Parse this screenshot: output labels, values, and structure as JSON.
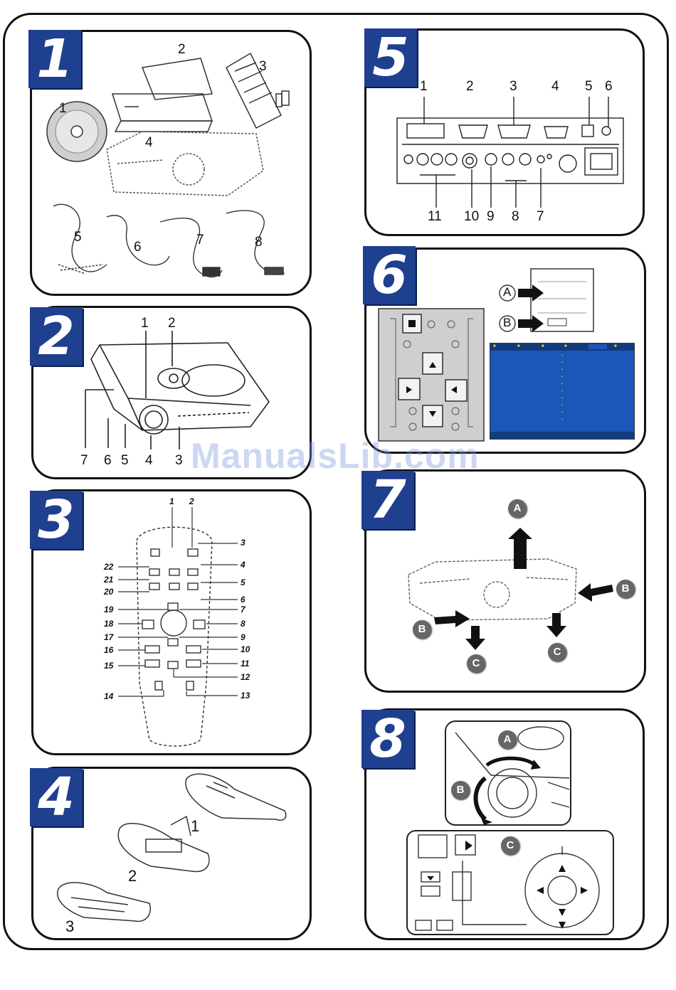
{
  "watermark": "ManualsLib.com",
  "sections": {
    "s1": {
      "badge": "1",
      "labels": [
        "1",
        "2",
        "3",
        "4",
        "5",
        "6",
        "7",
        "8"
      ]
    },
    "s2": {
      "badge": "2",
      "labels": [
        "1",
        "2",
        "7",
        "6",
        "5",
        "4",
        "3"
      ]
    },
    "s3": {
      "badge": "3",
      "labels": [
        "1",
        "2",
        "3",
        "4",
        "5",
        "6",
        "7",
        "8",
        "9",
        "10",
        "11",
        "12",
        "13",
        "14",
        "15",
        "16",
        "17",
        "18",
        "19",
        "20",
        "21",
        "22"
      ]
    },
    "s4": {
      "badge": "4",
      "labels": [
        "1",
        "2",
        "3"
      ]
    },
    "s5": {
      "badge": "5",
      "labels": [
        "1",
        "2",
        "3",
        "4",
        "5",
        "6",
        "11",
        "10",
        "9",
        "8",
        "7"
      ]
    },
    "s6": {
      "badge": "6",
      "labels": [
        "A",
        "B"
      ]
    },
    "s7": {
      "badge": "7",
      "labels": [
        "A",
        "B",
        "B",
        "C",
        "C"
      ]
    },
    "s8": {
      "badge": "8",
      "labels": [
        "A",
        "B",
        "C"
      ]
    }
  },
  "colors": {
    "badge": "#1f3f8f",
    "osd_bg": "#1b57b8",
    "osd_text": "#ffd400",
    "circle_label": "#666666"
  },
  "icons": [
    "cd-icon",
    "carry-case-icon",
    "remote-icon",
    "projector-icon",
    "cable-icon",
    "arrow-icon",
    "lens-icon",
    "battery-icon",
    "keypad-icon",
    "osd-menu-icon"
  ]
}
